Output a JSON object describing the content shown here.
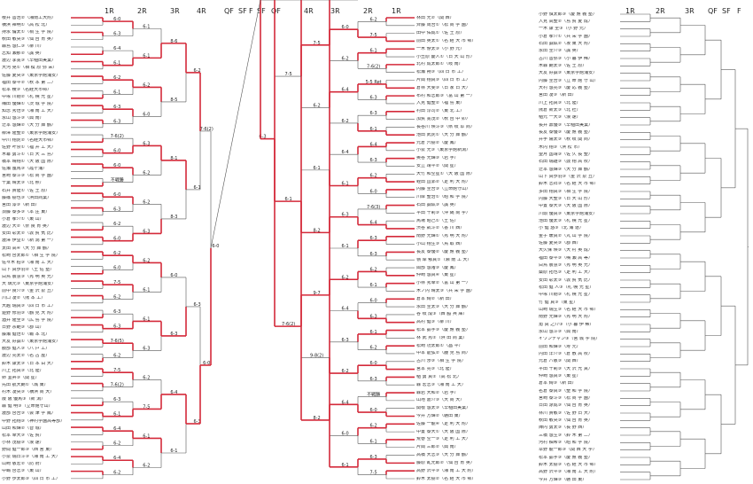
{
  "headers": {
    "left": [
      "1R",
      "2R",
      "3R",
      "4R",
      "QF",
      "SF",
      "F"
    ],
    "center": [
      "SF",
      "QF",
      "4R",
      "3R",
      "2R",
      "1R"
    ],
    "right": [
      "1R",
      "2R",
      "3R",
      "QF",
      "SF",
      "F"
    ]
  },
  "left_entries": [
    "櫻井 善浩②（湘南工大附）",
    "横浜 禅明①（高 松 北）",
    "持永 倫太①（桐 生 学 院）",
    "秋田 敏央③（仙 台 育 英）",
    "森島 悠仁③（柳 川）",
    "志知 瀬那②（誠 英）",
    "渡辺 季寛③（早稲田実業）",
    "大河 晃①（相 模 原 弥 栄）",
    "佐藤 夏央③（東京学館浦安）",
    "福田 泰平②（秋 本 第 二）",
    "松本 稜③（名経大市邨）",
    "中塚 川剛②（札 幌 光 星）",
    "梅田 優輝①（茨 城 学 院）",
    "知念 秀悟③（湘 南 工 大）",
    "永山 悠斗③（興 南）",
    "辻本 悠輝②（大 分 舞 鶴）",
    "柳澤 隆聖②（東京学館浦安）",
    "中川 翔虎②（名経大市邨）",
    "佐野 叶崇①（福 井 工 大）",
    "木幕 勇斗①（日 大 三 島）",
    "橋本 晴翔①（大 阪 国 際）",
    "佐瀬 嵐馬③（霞ヶ浦）",
    "宮崎 泰斗③（松 商 学 園）",
    "千葉 晴太③（北 照）",
    "石井 貴陸①（佐 土 原）",
    "藤篠 樹也③（浜田商業）",
    "宮田 漆③（新 田）",
    "須藤 泰多③（本 庄 東）",
    "小倉 孝介①（東 山）",
    "渡辺 大②（奈 良 育 英）",
    "安田 彰太②（敦 賀 気 比）",
    "渡澤 伊皇①（新 潟 第 一）",
    "太田 高④（大 分 舞 鶴）",
    "松崎 啓太郎①（相 生 学 院）",
    "佐々木 柏③（湘 南 工 大）",
    "山下 真歩羽②（土 佐 塾）",
    "白鳥 晨慧③（秀 明 英 光）",
    "大 璃元③（東京学館浦安）",
    "前中 良介③（金 沢 泉 丘）",
    "川口 凌②（熊 本 工）",
    "大越 瑞真③（四 日 市 工）",
    "遊野 修羽③（鶴 見 大 附）",
    "酒井 隆至③（広 島 学 院）",
    "日野 宗範③（郡 山）",
    "藤瀬 健悟①（報 本 北）",
    "大友 好誠①（東京学館浦安）",
    "服部 健人③（八 戸 工）",
    "渡辺 亮太②（名 古 屋）",
    "鈴木 康太③（日 本 白 大）",
    "川上 拓真③（北 陸）",
    "卵 宜昇③（関 星）",
    "先田 航大朗①（城 東）",
    "村木 凌央③（横浜 商 大）",
    "阪 阪 優馬③（新 潟）",
    "森 健 明③（立命館守山）",
    "渡部 啓吾③（会 津 学 鳳）",
    "中野 拓翔③（神村学園高等部）",
    "山田 和輝②（智 城）",
    "松本 幸大③（佐 賀）",
    "小林 茂樹③（浪 速）",
    "野間 健一郎③（西 宮 東）",
    "小泉 瑞日斗③（湘 南 工 大）",
    "山崎 敬宏②（防 府）",
    "中嶋 啓志③（東 山）",
    "小野 歩太郎③（四 日 市 工）"
  ],
  "center_entries": [
    "林田 光②（関 西）",
    "齊藤 周吾①（松 商 学 園）",
    "田中 佑成①（佐 土 原）",
    "前田 英太①（名 経 大 市 邨）",
    "一木 僚太③（小 野 元）",
    "小笠原 慶人①（日 大 山 形）",
    "北村 成太郎①（岐 南）",
    "松瀬 朔③（四 日 市 工）",
    "片岡 翔真③（四 日 市 工）",
    "倉林 大斐③（日 家 日 大）",
    "布村 和志郎③（富 山 第 一）",
    "入見 健聖②（福 島 東）",
    "村田 淳司②（東 北 工）",
    "加賀 寛茂②（秋 台 中 卯）",
    "長谷川 瑛斗③（県 岐 阜 商）",
    "池田 武虎①（大 分 舞 鶴）",
    "元倉 六樹②（慶 鳳）",
    "小泉 光③（東京学館新潟）",
    "奥谷 光輝③（岩 手）",
    "安立 靖平②（関 星）",
    "大竹 和空星①（大 阪 国 際）",
    "蛭田 直郭②（足 利 大 附）",
    "内藤 圭吾③（立命館守山）",
    "川岸 聖治①（昭 和 学 院）",
    "石田 誠紘③（誠 英）",
    "平田 千莉③（沖 縄 尚 学）",
    "馬場 昭己①（土 佐）",
    "渋谷 凱斗②（香 川 西）",
    "南野 光輝①（秀 明 大 附）",
    "小山 翔生③（鳥 取 西）",
    "長友 泰優②（慶 應 義 塾）",
    "嶺 岸 郁真①（湘 南 工 大）",
    "岡部 悠渚③（慶 鳳）",
    "仲崎 悠真④（東 星）",
    "小林 秀幸②（富 山 第 一）",
    "木ノ内 晴太③（共 栄 学 園）",
    "倉本 絢②（新 田）",
    "永田 圭太③（大 分 舞 鶴）",
    "谷 岐 成③（西 脇 兵 庫）",
    "高村 健③（柳 川）",
    "松本 諭宇③（慶 應 義 塾）",
    "林 武 秀②（浜 田 商 業）",
    "松崎 功太郎①（昌 平）",
    "中本 能弘②（鹿 児 島 商）",
    "古川 渉③（相 生 学 院）",
    "宮本 亮③（北 陸）",
    "稲 勇 真②（高 松 北）",
    "森 宏志③（湘 南 工 大）",
    "森岩 大和②（岩 手）",
    "山地 嘉介③（大 商 大）",
    "関根 悠太③（早稲田実業）",
    "今井 方輝②（磐田 東）",
    "佐藤 一龍④（足 利 大 附）",
    "中置 泰大①（大 阪 国 際）",
    "荒巻 空一③（足 利 工 大）",
    "片岡 三郎②（興 南）",
    "高橋 大志③（大 分 舞 鶴）",
    "藤原 乱光郎②（仙 台 育 英）",
    "高野 沢平③（湘 南 工 大 附）",
    "鈴木 太樹②（名 経 大 市 邨）"
  ],
  "right_entries": [
    "小野 慎太郎③（慶 應 義 塾）",
    "入見 高聖②（島 賀 夏 成）",
    "一木 康 圭③（小 野 元）",
    "小倉 孝介①（共 栄 学 園）",
    "石田 誠紘②（坂 東 大 附）",
    "永田 圭介③（誠 英）",
    "古川 善弥③（小 暮 伊 稀）",
    "木森 朗太③（佐 土 原）",
    "大友 好誠③（東京学館浦安）",
    "内藤 圭吾③（立 命 館 守 山）",
    "大村 悠亮③（慶 応 義 塾）",
    "宮田 凌③（新 田）",
    "川上 拓真③（北 陸）",
    "熊倉 新太③（北 杜）",
    "稲元 一大③（浪 速）",
    "長井 鼎優③（早稲田実業）",
    "長友 泰優③（慶 應 義 塾）",
    "井手 陽太③（秋 岐 関 商）",
    "木内 翔③（浜 松 市）",
    "望月 国靖③（佐 久 長 聖）",
    "石田 瑞雄③（鼓 翔 高 校）",
    "辻本 悠輝③（大 分 舞 鶴）",
    "山下 真歩羽③（金 沢 泉 丘）",
    "鈴木 志祥③（名 経 大 市 邨）",
    "多田 翔真③（相 生 学 院）",
    "内藤 大聖③（日 大 山 形）",
    "中置 泰大③（大 阪 国 際）",
    "川頭 優真③（東京学館浦安）",
    "池田 優太③（札 幌 光 星）",
    "小 健 悠③（北 海 道）",
    "金子 暖真②（丸 山 学 院）",
    "佐藤 夏央③（郡 西）",
    "大久保 瑛③（大 村 英 成）",
    "福田 泰平③（鳴 瀬 高 等）",
    "白鳥 晨慧③（秀 明 英 光）",
    "桑原 拓也③（足 利 工 大）",
    "安田 彰太③（敦 賀 気 比）",
    "松田 健 人③（札 幌 光 星）",
    "中塚 川剛③（札 幌 光 星）",
    "竹 健 真③（東 星）",
    "山崎 瑞生③（名 経 大 市 邨）",
    "南野 光輝③（秀 明 大 附）",
    "角 真 之介③（小 暮 伊 稀）",
    "永山 悠斗③（興 南）",
    "イワンチャン③（宮 城 学 院）",
    "前田 和輝③（寿 元）",
    "内田 洋介③（倉 敷 高 校）",
    "元倉 八敬③（関 西）",
    "平田 千莉③（大 沢 光 真）",
    "仲崎 悠真③（東 星）",
    "倉本 絢③（新 田）",
    "名倉 泰真③（聖 和 学 院）",
    "宮崎 泰斗③（松 商 学 園）",
    "日田 涼成③（仙 台 育 英）",
    "林川 貴敏③（佐 野 日 大）",
    "秋田 敏央③（仙 台 育 英）",
    "陣内 勇太③（長 野 西）",
    "三橋 悠生③（鈴 木 第 二）",
    "河村 柚希③（昭 和 学 院）",
    "草野 龍一郎③（関 西 大 学）",
    "松本 諭宇③（慶 應 義 塾）",
    "鈴木 太樹③（名 経 大 市 邨）",
    "高野 沢平③（湘 南 工 大 附）",
    "今井 方輝③（磐 田 東）"
  ],
  "left_scores": [
    "6-0",
    "6-3",
    "6-4",
    "6-1",
    "6-2",
    "6-1",
    "6-3",
    "6-3",
    "7-6(2)",
    "6-0",
    "6-0",
    "不戦勝",
    "6-0",
    "6-3",
    "6-2",
    "6-0",
    "6-2",
    "6-0",
    "7-5",
    "6-2",
    "6-3",
    "6-3",
    "7-6(5)",
    "6-2",
    "7-5",
    "7-6(2)",
    "6-3",
    "6-1",
    "6-4",
    "6-2",
    "6-4",
    "6-2",
    "6-1",
    "6-1",
    "6-2",
    "6-0",
    "6-3",
    "6-2",
    "6-2",
    "6-3",
    "6-2",
    "6-1",
    "6-1",
    "6-3",
    "6-2",
    "7-5",
    "6-1",
    "6-2",
    "8-6",
    "8-5",
    "8-1",
    "8-3"
  ],
  "center_scores": [
    "6-2",
    "7-5",
    "6-1",
    "7-6(2)",
    "5-5 Ret",
    "6-3",
    "6-3",
    "6-1",
    "6-4",
    "6-3",
    "6-2",
    "6-0",
    "7-6(3)",
    "6-4",
    "6-3",
    "6-3",
    "6-2",
    "6-1",
    "6-0",
    "6-3",
    "6-1",
    "6-2",
    "6-0",
    "6-3",
    "不戦勝",
    "6-0",
    "6-2",
    "6-1",
    "6-3",
    "7-5",
    "6-0",
    "6-2",
    "6-4",
    "6-2",
    "6-4",
    "6-1",
    "6-3",
    "6-1",
    "6-2",
    "6-4",
    "6-3",
    "6-2",
    "6-4",
    "6-0",
    "6-1",
    "7-5",
    "6-2",
    "6-1",
    "8-2",
    "9-7",
    "9-8(2)",
    "8-2"
  ]
}
